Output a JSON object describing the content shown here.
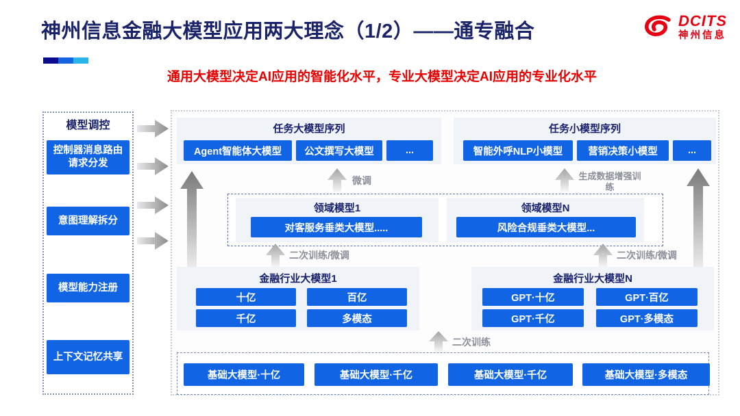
{
  "header": {
    "title": "神州信息金融大模型应用两大理念（1/2）——通专融合",
    "subtitle": "通用大模型决定AI应用的智能化水平，专业大模型决定AI应用的专业化水平",
    "logo": {
      "brand": "DCITS",
      "brand_cn": "神州信息",
      "color": "#e60012"
    },
    "accent_colors": [
      "#0b0b8f",
      "#1565e0",
      "#2ab4ea"
    ]
  },
  "colors": {
    "primary_blue": "#1165e4",
    "navy_text": "#1a2269",
    "red_text": "#e60000",
    "panel_bg": "#f0f3f7",
    "gray_label": "#8a8f99"
  },
  "sidebar": {
    "title": "模型调控",
    "items": [
      {
        "label": "控制器消息路由请求分发"
      },
      {
        "label": "意图理解拆分"
      },
      {
        "label": "模型能力注册"
      },
      {
        "label": "上下文记忆共享"
      }
    ]
  },
  "diagram": {
    "task_large": {
      "title": "任务大模型序列",
      "items": [
        "Agent智能体大模型",
        "公文撰写大模型",
        "..."
      ]
    },
    "task_small": {
      "title": "任务小模型序列",
      "items": [
        "智能外呼NLP小模型",
        "营销决策小模型",
        "..."
      ]
    },
    "domain_left": {
      "title": "领域模型1",
      "item": "对客服务垂类大模型....."
    },
    "domain_right": {
      "title": "领域模型N",
      "item": "风险合规垂类大模型..."
    },
    "industry_left": {
      "title": "金融行业大模型1",
      "items": [
        "十亿",
        "百亿",
        "千亿",
        "多模态"
      ]
    },
    "industry_right": {
      "title": "金融行业大模型N",
      "items": [
        "GPT·十亿",
        "GPT·百亿",
        "GPT·千亿",
        "GPT·多模态"
      ]
    },
    "base_row": {
      "items": [
        "基础大模型·十亿",
        "基础大模型·千亿",
        "基础大模型·千亿",
        "基础大模型·多模态"
      ]
    },
    "labels": {
      "fine_tune": "微调",
      "gen_data_train": "生成数据增强训练",
      "retrain_ft": "二次训练/微调",
      "retrain": "二次训练"
    }
  }
}
